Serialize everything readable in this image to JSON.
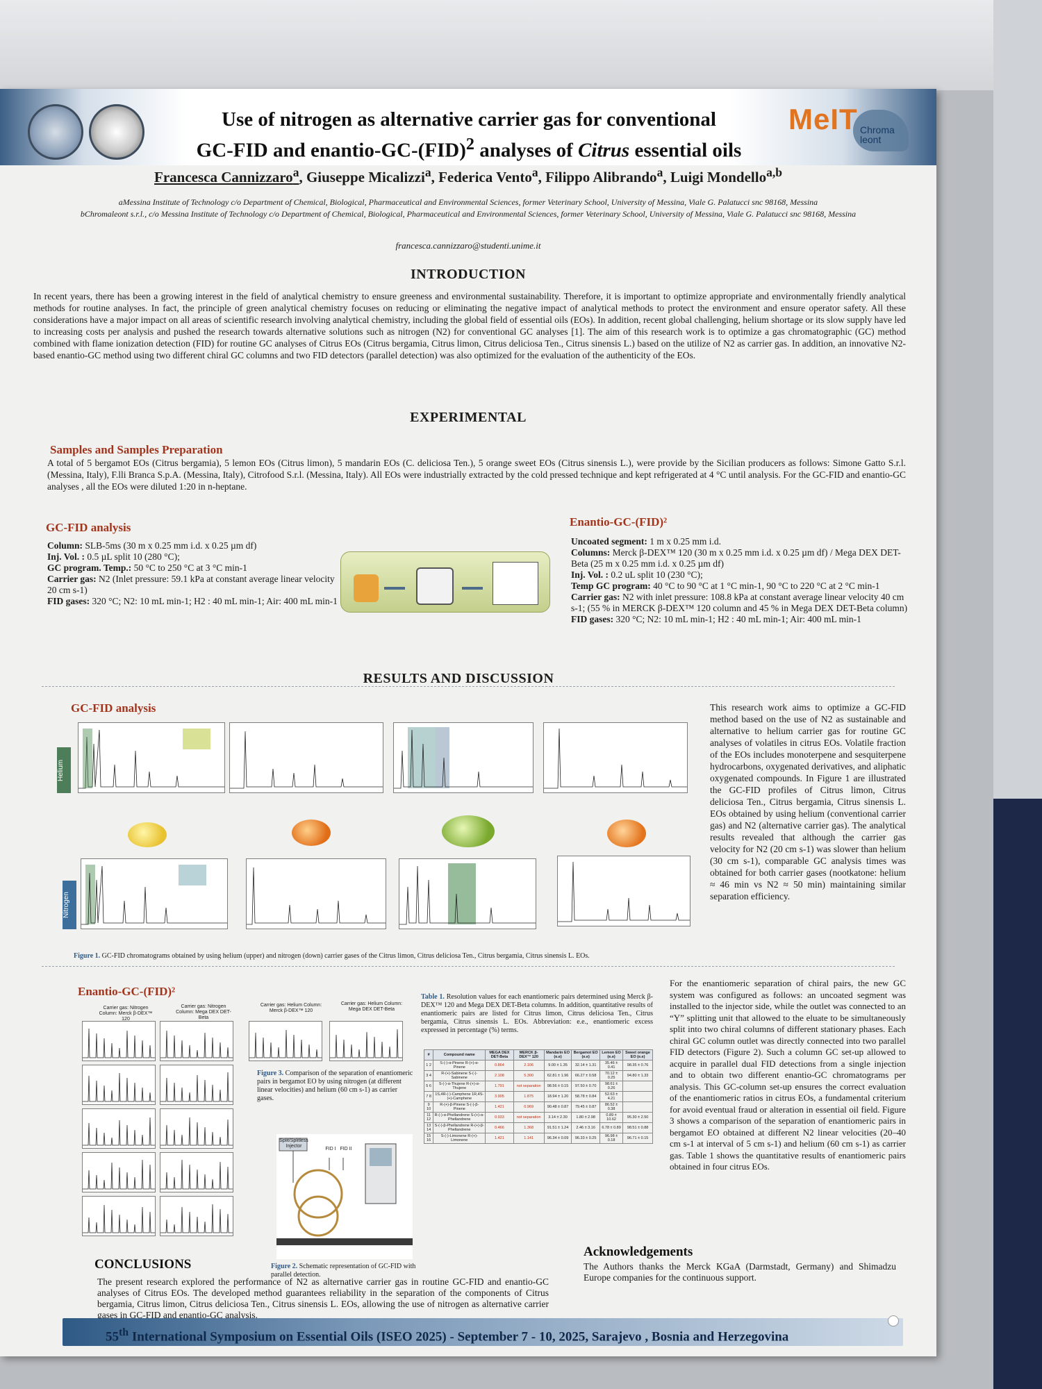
{
  "header": {
    "title_line1": "Use of nitrogen as alternative carrier gas for conventional",
    "title_line2_a": "GC-FID and enantio-GC-(FID)",
    "title_line2_sup": "2",
    "title_line2_b": " analyses of ",
    "title_line2_italic": "Citrus",
    "title_line2_c": " essential oils",
    "logo_right_text": "MeIT",
    "logo_chroma_text_1": "Chroma",
    "logo_chroma_text_2": "leont"
  },
  "authors": {
    "a1": "Francesca Cannizzaro",
    "a1_sup": "a",
    "a2": ", Giuseppe Micalizzi",
    "a2_sup": "a",
    "a3": ", Federica Vento",
    "a3_sup": "a",
    "a4": ", Filippo Alibrando",
    "a4_sup": "a",
    "a5": ", Luigi Mondello",
    "a5_sup": "a,b"
  },
  "affiliations": {
    "a": "aMessina Institute of Technology c/o Department of Chemical, Biological, Pharmaceutical and Environmental Sciences, former Veterinary School, University of Messina, Viale G. Palatucci snc 98168, Messina",
    "b": "bChromaleont s.r.l., c/o Messina Institute of Technology c/o Department of Chemical, Biological, Pharmaceutical and Environmental Sciences, former Veterinary School, University of Messina, Viale G. Palatucci snc 98168, Messina",
    "email": "francesca.cannizzaro@studenti.unime.it"
  },
  "introduction": {
    "heading": "INTRODUCTION",
    "text": "In recent years, there has been a growing interest in the field of analytical chemistry to ensure greeness and environmental sustainability. Therefore, it is important to optimize appropriate and environmentally friendly analytical methods for routine analyses. In fact, the principle of green analytical chemistry focuses on reducing or eliminating the negative impact of analytical methods to protect the environment and ensure operator safety. All these considerations have a major impact on all areas of scientific research involving analytical chemistry, including the global field of essential oils (EOs). In addition, recent global challenging, helium shortage or its slow supply have led to increasing costs per analysis and pushed the research towards alternative solutions such as nitrogen (N2) for conventional GC analyses [1]. The aim of this research work is to optimize a gas chromatographic (GC) method combined with flame ionization detection (FID) for routine GC analyses of Citrus EOs (Citrus bergamia, Citrus limon, Citrus deliciosa Ten., Citrus sinensis L.) based on the utilize of N2 as carrier gas. In addition, an innovative N2-based enantio-GC method using two different chiral GC columns and two FID detectors (parallel detection) was also optimized for the evaluation of the authenticity of the EOs."
  },
  "experimental": {
    "heading": "EXPERIMENTAL",
    "samples_heading": "Samples and Samples Preparation",
    "samples_text": "A total of 5 bergamot EOs (Citrus bergamia), 5 lemon EOs (Citrus limon), 5 mandarin EOs (C. deliciosa Ten.), 5 orange sweet EOs (Citrus sinensis L.), were provide by the Sicilian producers as follows: Simone Gatto S.r.l. (Messina, Italy), F.lli Branca S.p.A. (Messina, Italy), Citrofood S.r.l. (Messina, Italy). All EOs were industrially extracted by the cold pressed technique and kept refrigerated at 4 °C until analysis. For the GC-FID and enantio-GC analyses , all the EOs were diluted 1:20 in n-heptane.",
    "gcfid_heading": "GC-FID analysis",
    "gcfid_column_k": "Column:",
    "gcfid_column_v": " SLB-5ms (30 m x 0.25 mm i.d. x 0.25 µm df)",
    "gcfid_inj_k": "Inj. Vol. :",
    "gcfid_inj_v": " 0.5 µL split 10 (280 °C);",
    "gcfid_prog_k": "GC program. Temp.:",
    "gcfid_prog_v": " 50 °C to 250 °C at 3 °C min-1",
    "gcfid_carrier_k": "Carrier gas:",
    "gcfid_carrier_v": " N2 (Inlet pressure: 59.1 kPa at constant average linear velocity 20 cm s-1)",
    "gcfid_fid_k": "FID gases:",
    "gcfid_fid_v": " 320 °C; N2: 10 mL min-1; H2 : 40 mL min-1; Air: 400 mL min-1",
    "enantio_heading": "Enantio-GC-(FID)²",
    "en_uncoated_k": "Uncoated segment:",
    "en_uncoated_v": " 1 m x 0.25 mm i.d.",
    "en_columns_k": "Columns:",
    "en_columns_v": " Merck β-DEX™ 120 (30 m x 0.25 mm i.d. x 0.25 µm df) / Mega DEX DET-Beta (25 m x 0.25 mm i.d. x 0.25 µm df)",
    "en_inj_k": "Inj. Vol. :",
    "en_inj_v": " 0.2 uL split 10 (230 °C);",
    "en_temp_k": "Temp GC program:",
    "en_temp_v": " 40 °C to 90 °C at 1 °C min-1, 90 °C to 220 °C at 2 °C min-1",
    "en_carrier_k": "Carrier gas:",
    "en_carrier_v": " N2 with inlet pressure: 108.8 kPa at constant average linear velocity 40 cm s-1; (55 % in MERCK β-DEX™ 120 column and 45 % in Mega DEX DET-Beta column)",
    "en_fid_k": "FID gases:",
    "en_fid_v": " 320 °C; N2: 10 mL min-1; H2 : 40 mL min-1; Air: 400 mL min-1"
  },
  "results": {
    "heading": "RESULTS AND DISCUSSION",
    "gcfid_heading": "GC-FID analysis",
    "helium_label": "Helium",
    "nitrogen_label": "Nitrogen",
    "fig1_caption_b": "Figure 1.",
    "fig1_caption": " GC-FID chromatograms obtained by using helium (upper) and nitrogen (down) carrier gases of the Citrus limon, Citrus deliciosa Ten., Citrus bergamia, Citrus sinensis L. EOs.",
    "gcfid_text": "This research work aims to optimize a GC-FID method based on the use of N2 as sustainable and alternative to helium carrier gas for routine GC analyses of volatiles in citrus EOs. Volatile fraction of the EOs includes monoterpene and sesquiterpene hydrocarbons, oxygenated derivatives, and aliphatic oxygenated compounds. In Figure 1 are illustrated the GC-FID profiles of Citrus limon, Citrus deliciosa Ten., Citrus bergamia, Citrus sinensis L. EOs obtained by using helium (conventional carrier gas) and N2 (alternative carrier gas). The analytical results revealed that although the carrier gas velocity for N2 (20 cm s-1) was slower than helium (30 cm s-1), comparable GC analysis times was obtained for both carrier gases (nootkatone: helium ≈ 46 min vs N2 ≈ 50 min) maintaining similar separation efficiency.",
    "enantio_heading": "Enantio-GC-(FID)²",
    "col_labels": [
      "Carrier gas: Nitrogen Column: Merck β-DEX™ 120",
      "Carrier gas: Nitrogen Column: Mega DEX DET-Beta",
      "Carrier gas: Helium Column: Merck β-DEX™ 120",
      "Carrier gas: Helium Column: Mega DEX DET-Beta"
    ],
    "fig3_caption_b": "Figure 3.",
    "fig3_caption": " Comparison of the separation of enantiomeric pairs in bergamot EO by using nitrogen (at different linear velocities) and helium (60 cm s-1) as carrier gases.",
    "fig2_caption_b": "Figure 2.",
    "fig2_caption": " Schematic representation of GC-FID with parallel detection.",
    "scheme_labels": [
      "Split/Splitless Injector",
      "FID I",
      "FID II"
    ],
    "table1_caption_b": "Table 1.",
    "table1_caption": " Resolution values for each enantiomeric pairs determined using Merck β-DEX™ 120 and Mega DEX DET-Beta columns. In addition, quantitative results of enantiomeric pairs are listed for Citrus limon, Citrus deliciosa Ten., Citrus bergamia, Citrus sinensis L. EOs. Abbreviation: e.e., enantiomeric excess expressed in percentage (%) terms.",
    "table1_headers": [
      "#",
      "Compound name",
      "MEGA DEX DET-Beta",
      "MERCK β-DEX™ 120",
      "Mandarin EO (e.e)",
      "Bergamot EO (e.e)",
      "Lemon EO (e.e)",
      "Sweet orange EO (e.e)"
    ],
    "table1_rows": [
      [
        "1 2",
        "S-(-)-α-Pinene R-(+)-α-Pinene",
        "0.864",
        "2.106",
        "9.00 ± 1.35",
        "32.14 ± 1.31",
        "35.46 ± 0.41",
        "98.35 ± 0.76"
      ],
      [
        "3 4",
        "R-(+)-Sabinene S-(-)-Sabinene",
        "2.108",
        "5.300",
        "62.81 ± 1.96",
        "66.27 ± 0.58",
        "70.12 ± 0.25",
        "94.80 ± 1.33"
      ],
      [
        "5 6",
        "S-(-)-α-Thujene R-(+)-α-Thujene",
        "1.791",
        "not separation",
        "98.56 ± 0.15",
        "97.50 ± 0.70",
        "98.61 ± 0.26",
        ""
      ],
      [
        "7 8",
        "1S,4R-(-)-Camphene 1R,4S-(+)-Camphene",
        "3.905",
        "1.875",
        "18.94 ± 1.20",
        "58.78 ± 0.84",
        "52.63 ± 4.21",
        ""
      ],
      [
        "9 10",
        "R-(+)-β-Pinene S-(-)-β-Pinene",
        "1.421",
        "0.969",
        "90.48 ± 0.87",
        "79.45 ± 0.87",
        "86.52 ± 0.38",
        ""
      ],
      [
        "11 12",
        "R-(-)-α-Phellandrene S-(+)-α-Phellandrene",
        "0.933",
        "not separation",
        "3.14 ± 2.30",
        "1.80 ± 2.98",
        "0.89 ± 10.62",
        "95.30 ± 2.50"
      ],
      [
        "13 14",
        "S-(-)-β-Phellandrene R-(+)-β-Phellandrene",
        "0.466",
        "1.368",
        "91.51 ± 1.24",
        "2.46 ± 3.16",
        "6.78 ± 0.89",
        "98.51 ± 0.88"
      ],
      [
        "15 16",
        "S-(-)-Limonene R-(+)-Limonene",
        "1.421",
        "1.141",
        "96.34 ± 0.09",
        "96.33 ± 0.25",
        "96.98 ± 0.18",
        "96.71 ± 0.15"
      ]
    ],
    "enantio_text": "For the enantiomeric separation of chiral pairs, the new GC system was configured as follows: an uncoated segment was installed to the injector side, while the outlet was connected to an “Y” splitting unit that allowed to the eluate to be simultaneously split into two chiral columns of different stationary phases. Each chiral GC column outlet was directly connected into two parallel FID detectors (Figure 2). Such a column GC set-up allowed to acquire in parallel dual FID detections from a single injection and to obtain two different enantio-GC chromatograms per analysis. This GC-column set-up ensures the correct evaluation of the enantiomeric ratios in citrus EOs, a fundamental criterium for avoid eventual fraud or alteration in essential oil field. Figure 3 shows a comparison of the separation of enantiomeric pairs in bergamot EO obtained at different N2 linear velocities (20–40 cm s-1 at interval of 5 cm s-1) and helium (60 cm s-1) as carrier gas. Table 1 shows the quantitative results of enantiomeric pairs obtained in four citrus EOs."
  },
  "conclusions": {
    "heading": "CONCLUSIONS",
    "text": "The present research explored the performance of N2 as alternative carrier gas in routine GC-FID and enantio-GC analyses of Citrus EOs. The developed method guarantees reliability in the separation of the components of Citrus bergamia, Citrus limon, Citrus deliciosa Ten., Citrus sinensis L. EOs, allowing the use of nitrogen as alternative carrier gases in GC-FID and enantio-GC analysis."
  },
  "acknowledgements": {
    "heading": "Acknowledgements",
    "text": "The Authors thanks the Merck KGaA (Darmstadt, Germany) and Shimadzu Europe companies for the continuous support."
  },
  "footer": {
    "sup": "th",
    "num": "55",
    "text": " International Symposium on Essential Oils (ISEO 2025) - September 7 - 10, 2025, Sarajevo , Bosnia and Herzegovina"
  },
  "colors": {
    "accent_blue": "#2f5a85",
    "heading_red": "#a3341c",
    "helium_tag": "#4e7d5a",
    "nitrogen_tag": "#3d6f9d"
  }
}
